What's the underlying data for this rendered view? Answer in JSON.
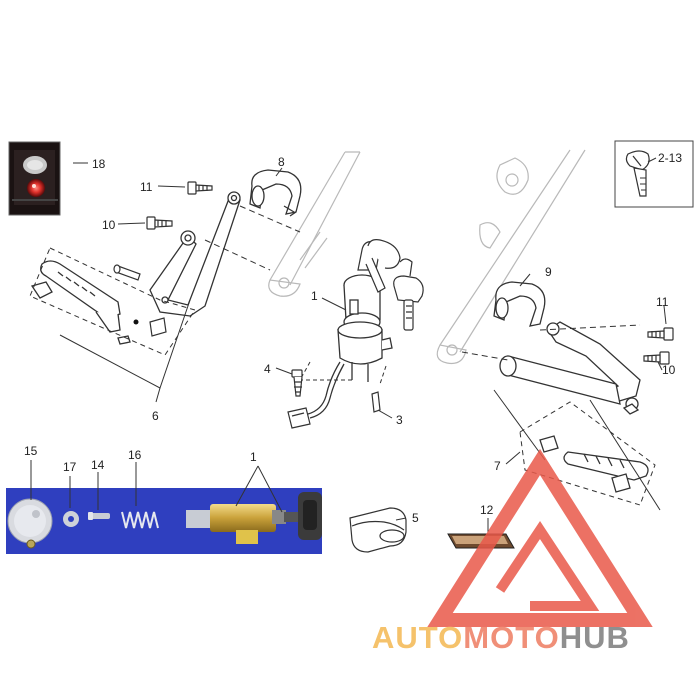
{
  "callouts": {
    "c1a": "1",
    "c1b": "1",
    "c2_13": "2-13",
    "c3": "3",
    "c4": "4",
    "c5": "5",
    "c6": "6",
    "c7": "7",
    "c8": "8",
    "c9": "9",
    "c10a": "10",
    "c10b": "10",
    "c11a": "11",
    "c11b": "11",
    "c12": "12",
    "c14": "14",
    "c15": "15",
    "c16": "16",
    "c17": "17",
    "c18": "18"
  },
  "watermark": {
    "part_auto": "AUTO",
    "part_moto": "MOTO",
    "part_hub": "HUB",
    "colors": {
      "auto": "#f5c26b",
      "moto": "#f08f78",
      "hub": "#8f8f8f",
      "triangle": "#e9594a"
    }
  },
  "colors": {
    "photo_panel": "#2f3fbf",
    "key_head": "#4a4a4a",
    "brass": "#d8b54b",
    "red_light": "#e0302a",
    "line": "#333333",
    "faint_line": "#9a9a9a"
  }
}
